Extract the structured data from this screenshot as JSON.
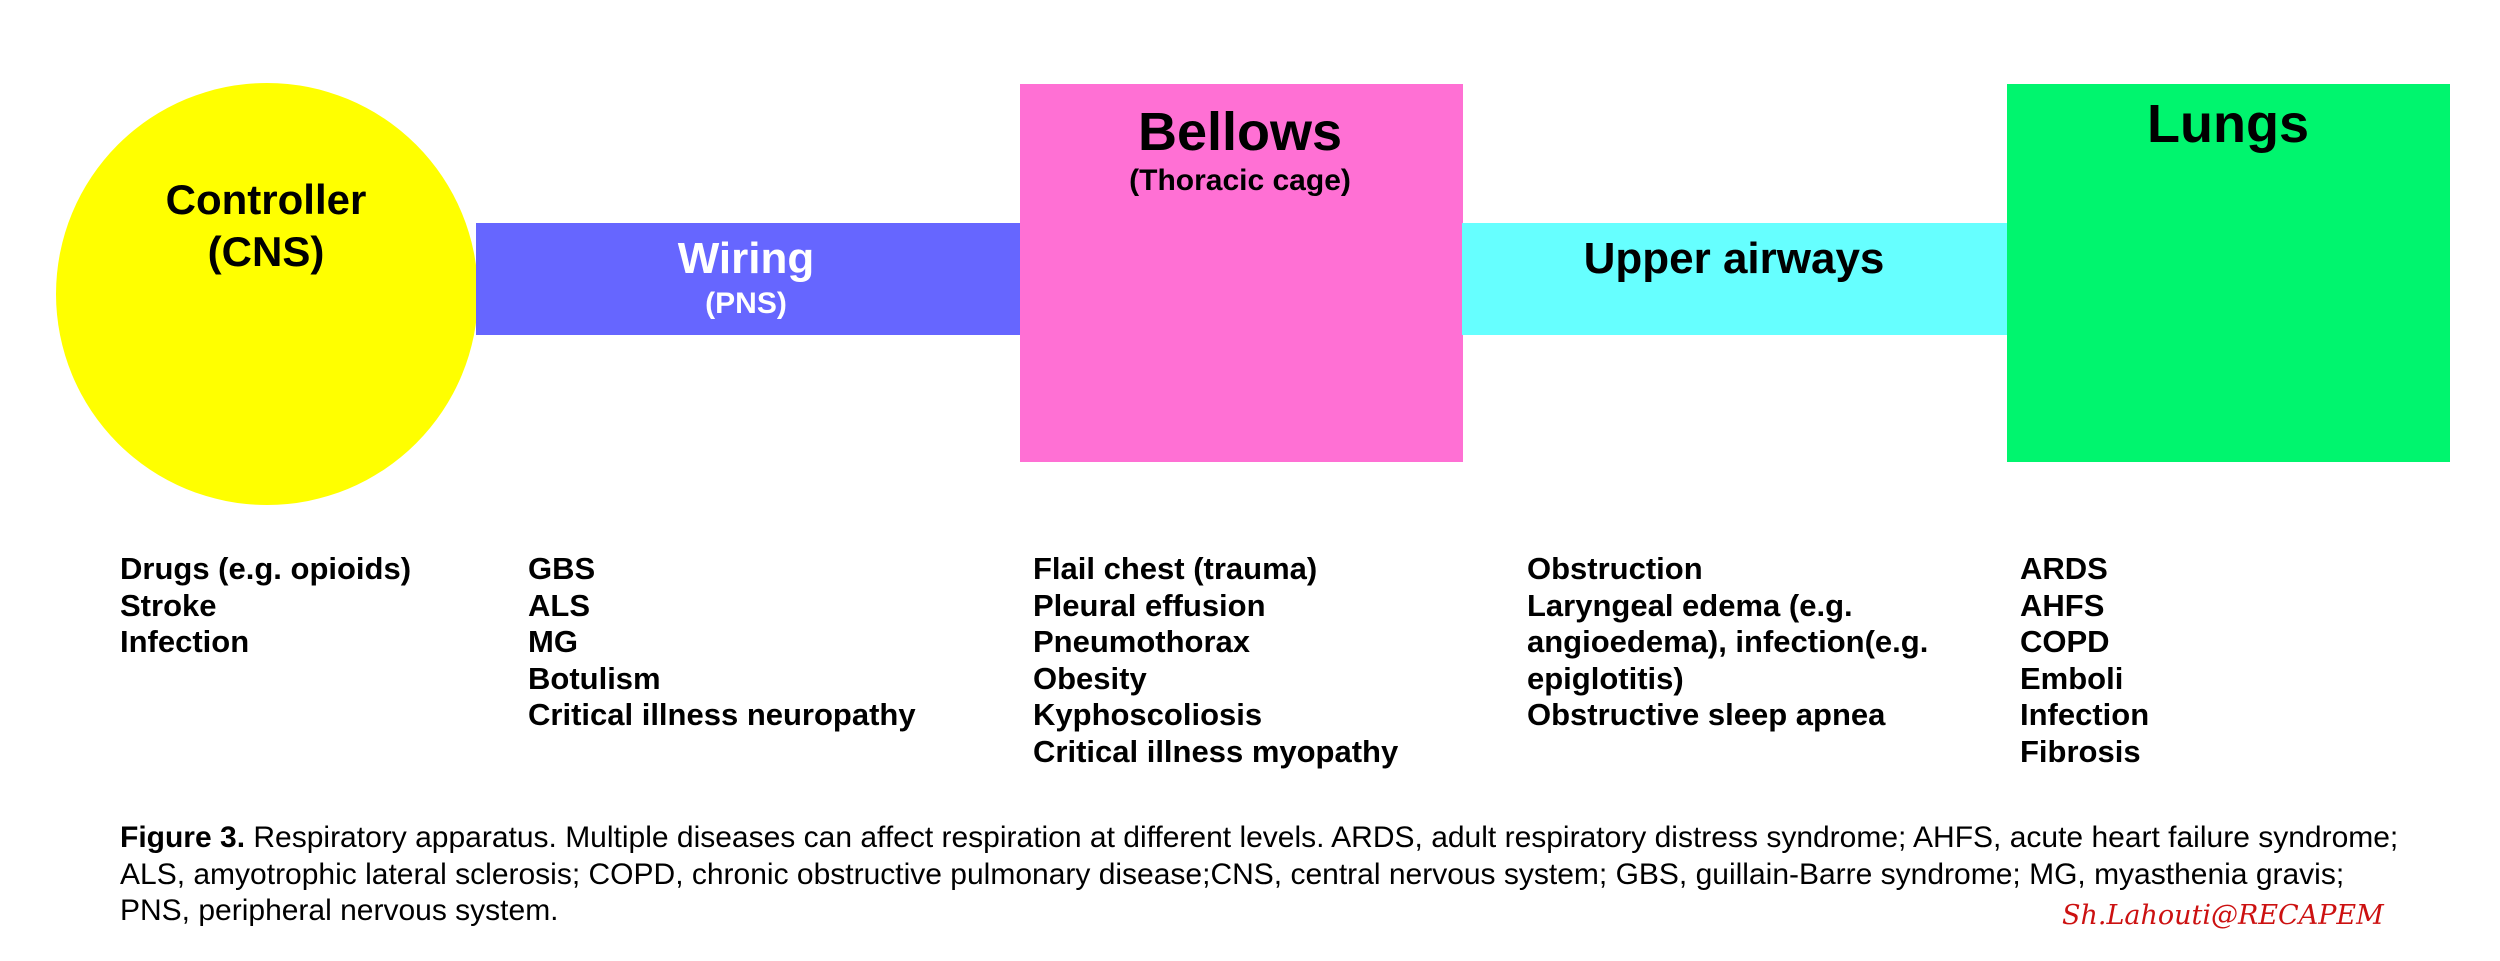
{
  "diagram": {
    "controller": {
      "title": "Controller",
      "subtitle": "(CNS)",
      "color": "#ffff00"
    },
    "wiring": {
      "title": "Wiring",
      "subtitle": "(PNS)",
      "color": "#6666ff"
    },
    "bellows": {
      "title": "Bellows",
      "subtitle": "(Thoracic cage)",
      "color": "#ff70d4"
    },
    "upper_airways": {
      "title": "Upper airways",
      "color": "#66ffff"
    },
    "lungs": {
      "title": "Lungs",
      "color": "#00f56e"
    }
  },
  "diseases": {
    "controller": [
      "Drugs (e.g. opioids)",
      "Stroke",
      "Infection"
    ],
    "wiring": [
      "GBS",
      "ALS",
      "MG",
      "Botulism",
      "Critical illness neuropathy"
    ],
    "bellows": [
      "Flail chest (trauma)",
      "Pleural effusion",
      "Pneumothorax",
      "Obesity",
      "Kyphoscoliosis",
      "Critical illness myopathy"
    ],
    "upper_airways": [
      "Obstruction",
      "Laryngeal edema (e.g. angioedema), infection(e.g. epiglotitis)",
      "Obstructive sleep apnea"
    ],
    "lungs": [
      "ARDS",
      "AHFS",
      "COPD",
      "Emboli",
      "Infection",
      "Fibrosis"
    ]
  },
  "caption": {
    "label": "Figure 3.",
    "text": " Respiratory apparatus. Multiple diseases can affect respiration at different levels. ARDS, adult respiratory distress syndrome; AHFS, acute heart failure syndrome;  ALS, amyotrophic lateral sclerosis; COPD, chronic obstructive pulmonary disease;CNS, central nervous system; GBS, guillain-Barre syndrome; MG, myasthenia gravis; PNS, peripheral nervous system."
  },
  "signature": "Sh.Lahouti@RECAPEM"
}
